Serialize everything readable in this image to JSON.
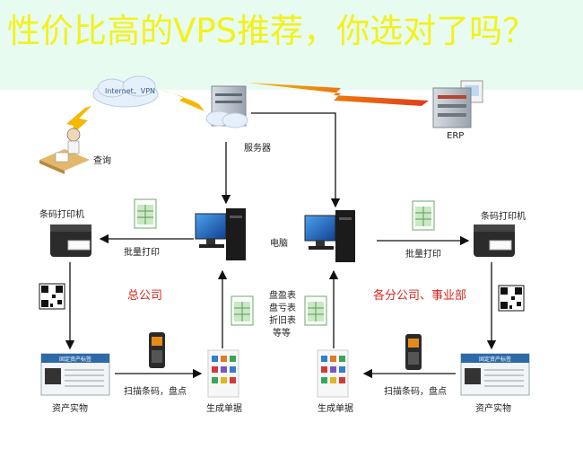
{
  "banner": {
    "title": "性价比高的VPS推荐，你选对了吗？"
  },
  "nodes": {
    "cloud": "Internet、VPN",
    "query": "查询",
    "server": "服务器",
    "erp": "ERP",
    "printer_left": "条码打印机",
    "printer_right": "条码打印机",
    "computer": "电脑",
    "batch_print_left": "批量打印",
    "batch_print_right": "批量打印",
    "hq": "总公司",
    "branch": "各分公司、事业部",
    "report_lines": [
      "盘盈表",
      "盘亏表",
      "折旧表",
      "等等"
    ],
    "asset_left": "资产实物",
    "asset_right": "资产实物",
    "scan_left": "扫描条码，盘点",
    "scan_right": "扫描条码，盘点",
    "sheet_left": "生成单据",
    "sheet_right": "生成单据",
    "tag_title": "固定资产标签"
  },
  "colors": {
    "banner_bg": "#e8fbf0",
    "title": "#f2f21a",
    "accent_red": "#d9261c",
    "lightning": "#f5b800",
    "monitor": "#1f5fb8"
  }
}
